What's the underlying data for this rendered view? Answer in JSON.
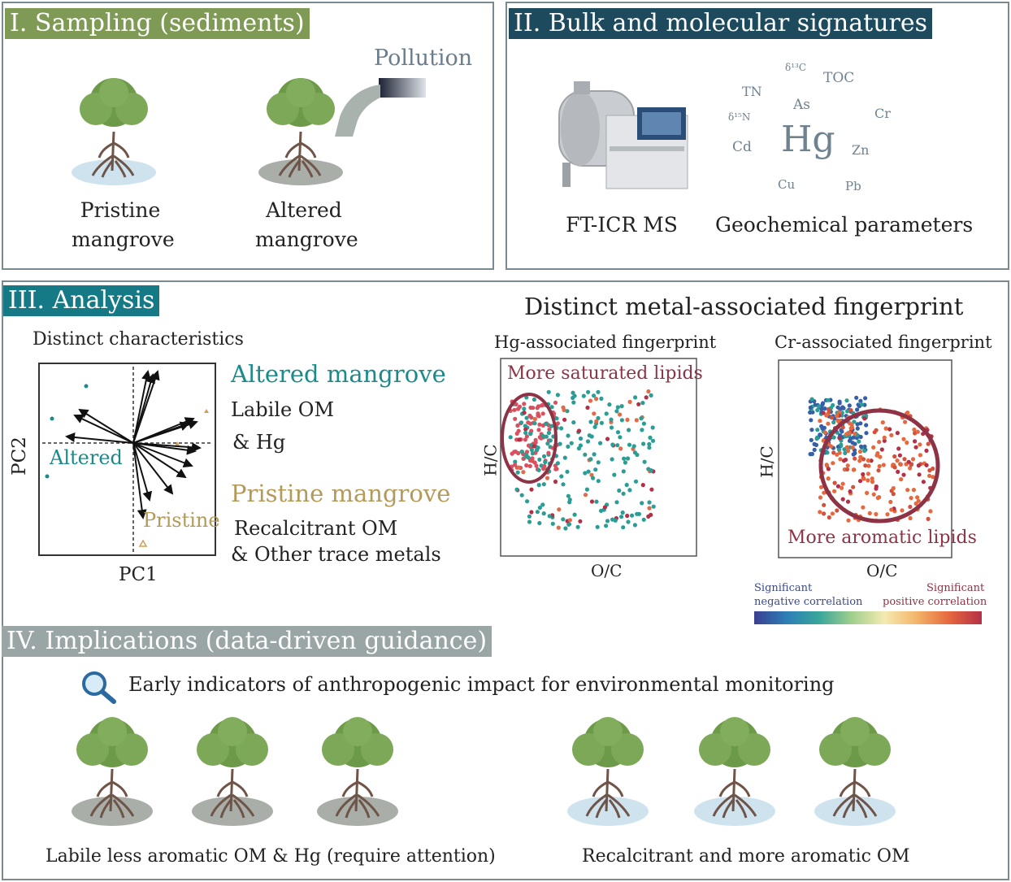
{
  "panel1": {
    "title": "I. Sampling (sediments)",
    "pollution": "Pollution",
    "pristine_line1": "Pristine",
    "pristine_line2": "mangrove",
    "altered_line1": "Altered",
    "altered_line2": "mangrove"
  },
  "panel2": {
    "title": "II. Bulk and molecular signatures",
    "instrument_label": "FT-ICR MS",
    "params_label": "Geochemical parameters",
    "word_cloud": [
      "δ¹³C",
      "TOC",
      "TN",
      "As",
      "Cr",
      "δ¹⁵N",
      "Hg",
      "Cd",
      "Zn",
      "Cu",
      "Pb"
    ]
  },
  "panel3": {
    "title": "III. Analysis",
    "pca_title": "Distinct characteristics",
    "pca_xlabel": "PC1",
    "pca_ylabel": "PC2",
    "pca_altered_label": "Altered",
    "pca_pristine_label": "Pristine",
    "altered_heading": "Altered mangrove",
    "altered_line1": "Labile OM",
    "altered_line2": "& Hg",
    "pristine_heading": "Pristine mangrove",
    "pristine_line1": "Recalcitrant OM",
    "pristine_line2": "& Other trace metals",
    "fingerprint_title": "Distinct metal-associated fingerprint",
    "hg_title": "Hg-associated fingerprint",
    "hg_annotation": "More saturated lipids",
    "cr_title": "Cr-associated fingerprint",
    "cr_annotation": "More aromatic lipids",
    "xlabel": "O/C",
    "ylabel": "H/C",
    "legend_neg_line1": "Significant",
    "legend_neg_line2": "negative correlation",
    "legend_pos_line1": "Significant",
    "legend_pos_line2": "positive correlation"
  },
  "panel4": {
    "title": "IV. Implications (data-driven guidance)",
    "indicator": "Early indicators of anthropogenic impact for environmental monitoring",
    "left_caption": "Labile  less aromatic OM & Hg (require attention)",
    "right_caption": "Recalcitrant and more aromatic OM"
  },
  "colors": {
    "panel1_title_bg": "#7f9a55",
    "panel2_title_bg": "#1e4a5e",
    "panel3_title_bg": "#157a86",
    "panel4_title_bg": "#9aa5a6",
    "altered_teal": "#1b8a8a",
    "pristine_gold": "#b39a58",
    "lipid_red": "#8e3345",
    "pristine_ground": "#cfe3ef",
    "altered_ground": "#a9aea9"
  }
}
